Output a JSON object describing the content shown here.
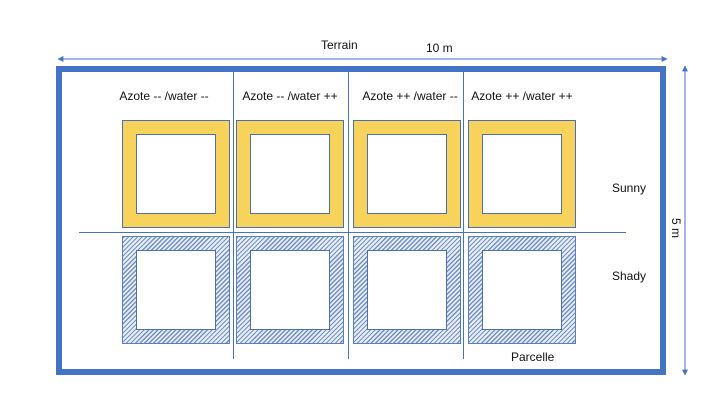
{
  "terrain_label": "Terrain",
  "width_label": "10 m",
  "height_label": "5 m",
  "columns": [
    "Azote -- /water --",
    "Azote -- /water ++",
    "Azote ++ /water --",
    "Azote ++ /water ++"
  ],
  "rows": [
    "Sunny",
    "Shady"
  ],
  "parcelle_label": "Parcelle",
  "colors": {
    "frame": "#4472c4",
    "sunny_fill": "#f7d35c",
    "shady_hatch": "#6f8fcb",
    "divider": "#4472c4"
  }
}
